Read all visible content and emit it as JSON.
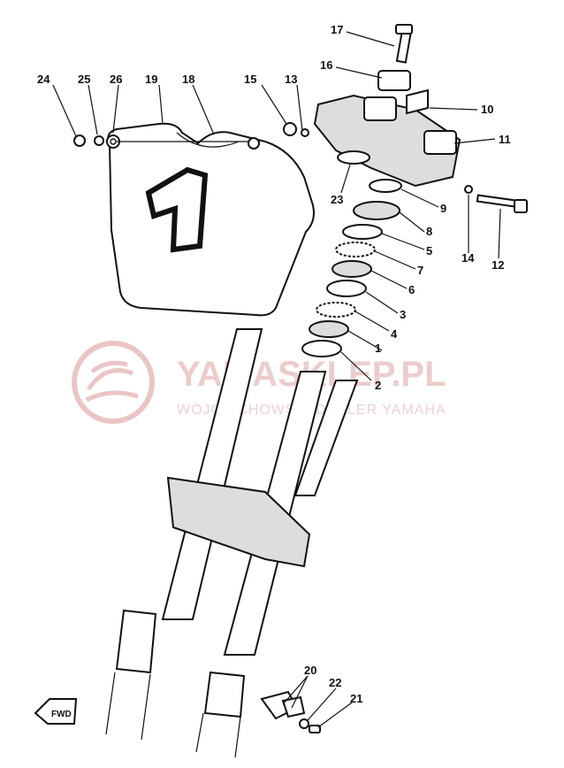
{
  "callouts": [
    "1",
    "2",
    "3",
    "4",
    "5",
    "6",
    "7",
    "8",
    "9",
    "10",
    "11",
    "12",
    "13",
    "14",
    "15",
    "16",
    "17",
    "18",
    "19",
    "20",
    "21",
    "22",
    "23",
    "24",
    "25",
    "26"
  ],
  "plate_number": "1",
  "watermark": {
    "brand": "YAMASKLEP.PL",
    "subtitle": "WOJCIECHOWSKI DEALER YAMAHA"
  },
  "fwd_label": "FWD",
  "colors": {
    "line": "#111111",
    "watermark": "#e3b3b3"
  }
}
